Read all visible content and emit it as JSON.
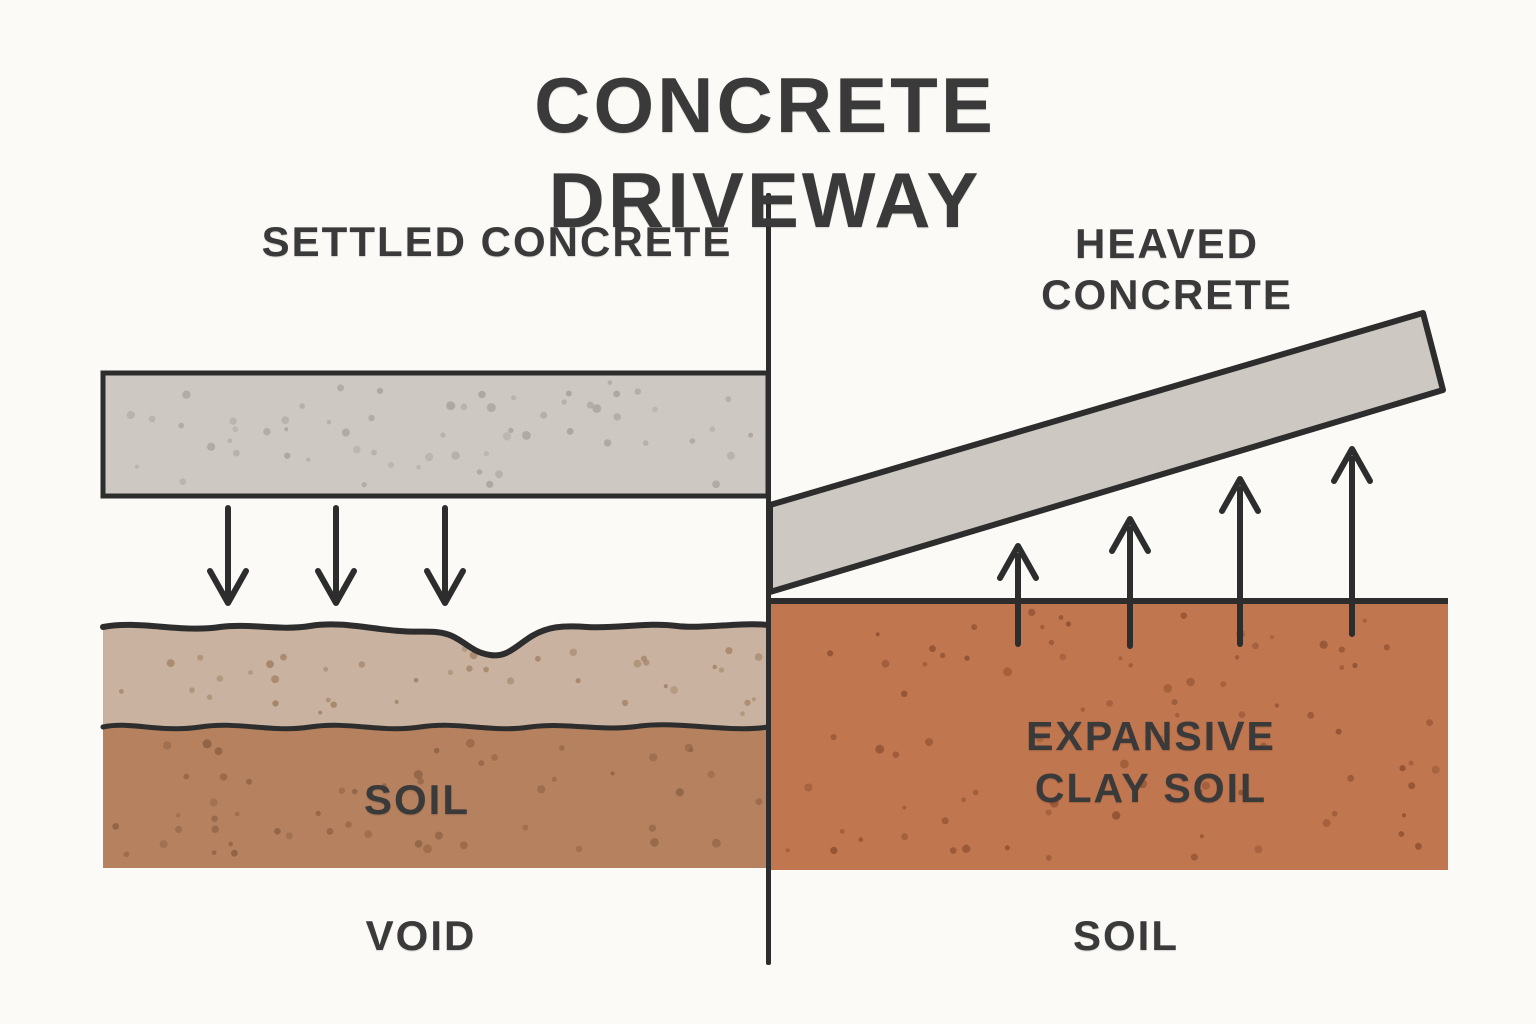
{
  "title": "CONCRETE DRIVEWAY",
  "left_panel": {
    "heading": "SETTLED CONCRETE",
    "soil_label": "SOIL",
    "bottom_label": "VOID",
    "arrows": {
      "name": "settlement-arrows",
      "direction": "down",
      "count": 3
    }
  },
  "right_panel": {
    "heading": "HEAVED CONCRETE",
    "soil_label": "EXPANSIVE CLAY SOIL",
    "bottom_label": "SOIL",
    "arrows": {
      "name": "heave-arrows",
      "direction": "up",
      "count": 4
    }
  },
  "colors": {
    "bg": "#fbfaf7",
    "ink": "#3a3a3a",
    "line": "#2d2d2d",
    "concrete": "#cdc9c2",
    "concrete_speck": "#a8a49d",
    "sand": "#c9b3a0",
    "sand_speck": "#a07f63",
    "subsoil": "#b5815e",
    "subsoil_speck": "#8d6044",
    "clay": "#c0764f",
    "clay_speck": "#8e5031"
  }
}
